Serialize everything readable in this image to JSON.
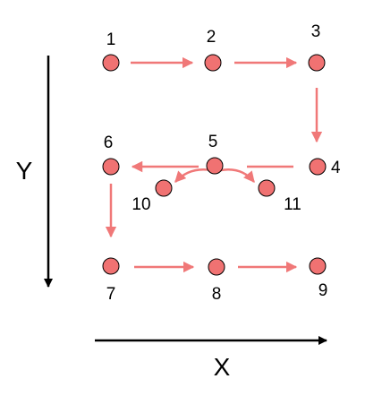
{
  "colors": {
    "node_fill": "#f07272",
    "node_stroke": "#000000",
    "flow_arrow": "#f07878",
    "axis": "#000000"
  },
  "nodes": [
    {
      "id": "1",
      "label": "1"
    },
    {
      "id": "2",
      "label": "2"
    },
    {
      "id": "3",
      "label": "3"
    },
    {
      "id": "4",
      "label": "4"
    },
    {
      "id": "5",
      "label": "5"
    },
    {
      "id": "6",
      "label": "6"
    },
    {
      "id": "7",
      "label": "7"
    },
    {
      "id": "8",
      "label": "8"
    },
    {
      "id": "9",
      "label": "9"
    },
    {
      "id": "10",
      "label": "10"
    },
    {
      "id": "11",
      "label": "11"
    }
  ],
  "edges": [
    {
      "from": "1",
      "to": "2"
    },
    {
      "from": "2",
      "to": "3"
    },
    {
      "from": "3",
      "to": "4"
    },
    {
      "from": "4",
      "to": "5"
    },
    {
      "from": "5",
      "to": "6"
    },
    {
      "from": "5",
      "to": "10"
    },
    {
      "from": "5",
      "to": "11"
    },
    {
      "from": "6",
      "to": "7"
    },
    {
      "from": "7",
      "to": "8"
    },
    {
      "from": "8",
      "to": "9"
    }
  ],
  "axes": {
    "x_label": "X",
    "y_label": "Y"
  }
}
